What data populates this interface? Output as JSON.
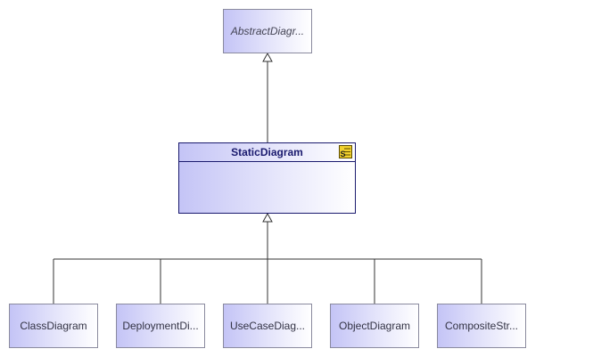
{
  "diagram": {
    "parent": {
      "name": "AbstractDiagr...",
      "abstract": true
    },
    "main": {
      "name": "StaticDiagram",
      "icon": "static-stereotype-icon"
    },
    "children": [
      {
        "name": "ClassDiagram"
      },
      {
        "name": "DeploymentDi..."
      },
      {
        "name": "UseCaseDiag..."
      },
      {
        "name": "ObjectDiagram"
      },
      {
        "name": "CompositeStr..."
      }
    ]
  },
  "colors": {
    "line": "#333333",
    "box_border": "#8a8a9e",
    "main_border": "#1a1a6e",
    "gradient_start": "#c4c4f6",
    "gradient_end": "#ffffff",
    "icon_fill": "#f2d22e"
  }
}
